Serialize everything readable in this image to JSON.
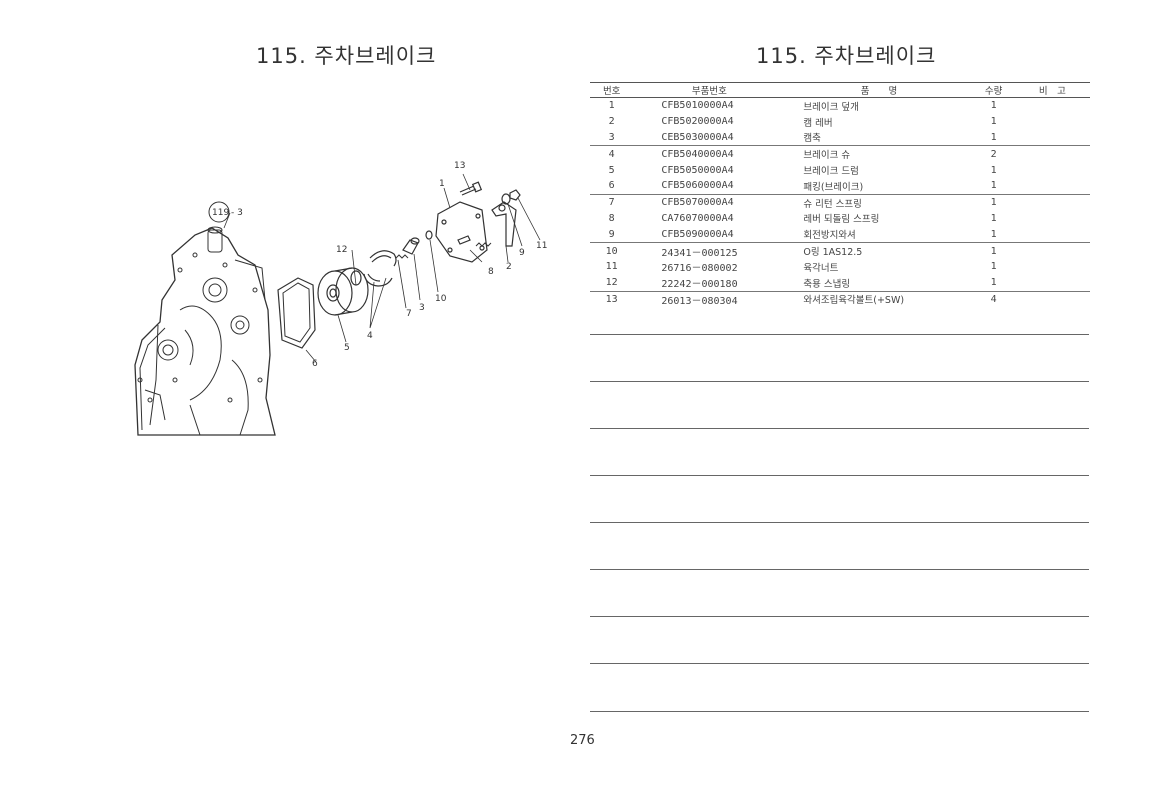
{
  "left_page": {
    "title": "115. 주차브레이크",
    "diagram_labels": {
      "ref": "119",
      "ref_suffix": "- 3",
      "n1": "1",
      "n2": "2",
      "n3": "3",
      "n4": "4",
      "n5": "5",
      "n6": "6",
      "n7": "7",
      "n8": "8",
      "n9": "9",
      "n10": "10",
      "n11": "11",
      "n12": "12",
      "n13": "13"
    }
  },
  "right_page": {
    "title": "115. 주차브레이크",
    "table": {
      "headers": {
        "no": "번호",
        "part_no": "부품번호",
        "name": "품　　명",
        "qty": "수량",
        "note": "비　고"
      },
      "rows": [
        {
          "no": "1",
          "part_no": "CFB5010000A4",
          "name": "브레이크 덮개",
          "qty": "1"
        },
        {
          "no": "2",
          "part_no": "CFB5020000A4",
          "name": "캠 레버",
          "qty": "1"
        },
        {
          "no": "3",
          "part_no": "CEB5030000A4",
          "name": "캠축",
          "qty": "1"
        },
        {
          "no": "4",
          "part_no": "CFB5040000A4",
          "name": "브레이크 슈",
          "qty": "2"
        },
        {
          "no": "5",
          "part_no": "CFB5050000A4",
          "name": "브레이크 드럼",
          "qty": "1"
        },
        {
          "no": "6",
          "part_no": "CFB5060000A4",
          "name": "패킹(브레이크)",
          "qty": "1"
        },
        {
          "no": "7",
          "part_no": "CFB5070000A4",
          "name": "슈 리턴 스프링",
          "qty": "1"
        },
        {
          "no": "8",
          "part_no": "CA76070000A4",
          "name": "레버 되돌림 스프링",
          "qty": "1"
        },
        {
          "no": "9",
          "part_no": "CFB5090000A4",
          "name": "회전방지와셔",
          "qty": "1"
        },
        {
          "no": "10",
          "part_no": "24341－000125",
          "name": "O링 1AS12.5",
          "qty": "1"
        },
        {
          "no": "11",
          "part_no": "26716－080002",
          "name": "육각너트",
          "qty": "1"
        },
        {
          "no": "12",
          "part_no": "22242－000180",
          "name": "축용 스냅링",
          "qty": "1"
        },
        {
          "no": "13",
          "part_no": "26013－080304",
          "name": "와셔조립육각볼트(+SW)",
          "qty": "4"
        }
      ]
    }
  },
  "page_number": "276"
}
